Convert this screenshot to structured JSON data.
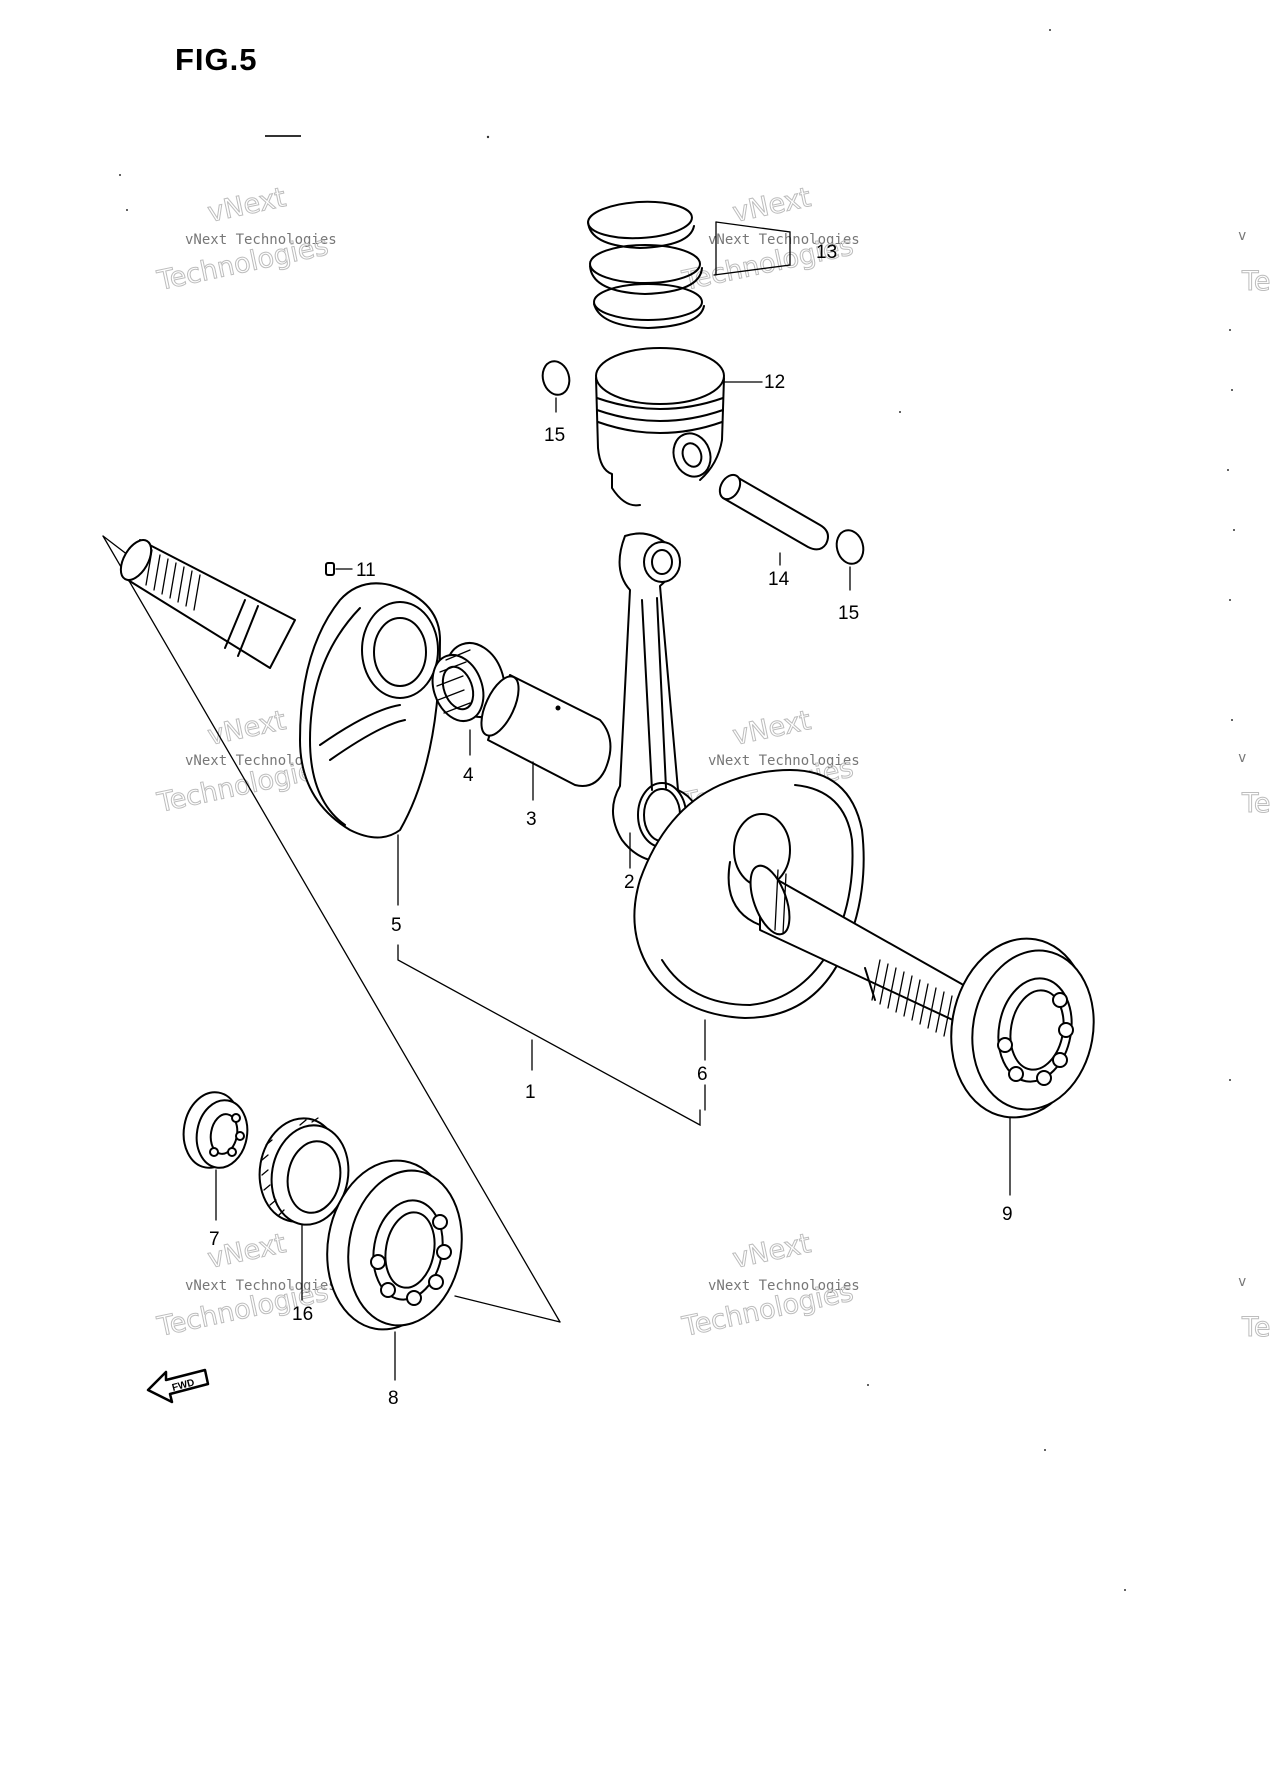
{
  "figure": {
    "title": "FIG.5"
  },
  "watermark": {
    "line1": "vNext Technologies",
    "line2": "vNext",
    "line3": "Technologies",
    "edge_fragment": "v",
    "edge_fragment2": "Te"
  },
  "fwd_label": "FWD",
  "callouts": {
    "crankshaft_assy": "1",
    "conrod": "2",
    "crank_pin": "3",
    "needle_bearing": "4",
    "crank_left": "5",
    "crank_right": "6",
    "bearing_small": "7",
    "bearing_left": "8",
    "bearing_right": "9",
    "key": "11",
    "piston": "12",
    "piston_rings": "13",
    "piston_pin": "14",
    "circlip_left": "15",
    "circlip_right": "15",
    "gear": "16"
  }
}
